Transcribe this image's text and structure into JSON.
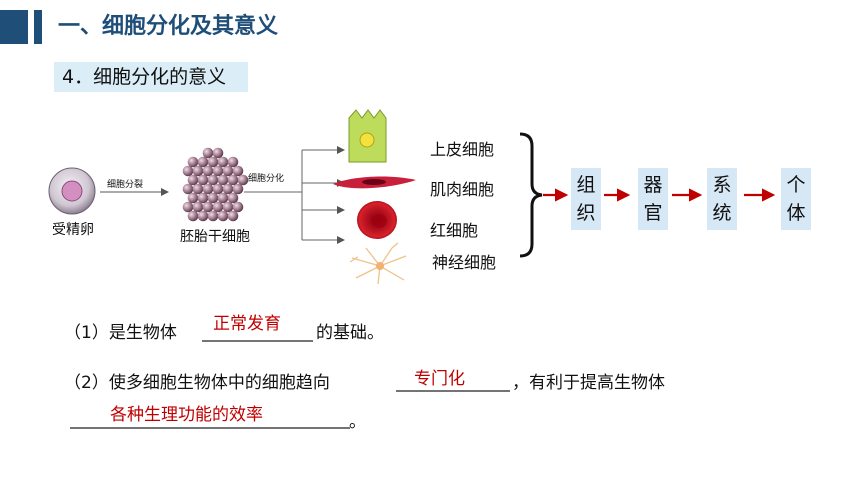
{
  "header": {
    "title": "一、细胞分化及其意义"
  },
  "section": {
    "title": "4．细胞分化的意义"
  },
  "diagram": {
    "egg_label": "受精卵",
    "arrow1_label": "细胞分裂",
    "stem_label": "胚胎干细胞",
    "arrow2_label": "细胞分化",
    "cell_types": [
      "上皮细胞",
      "肌肉细胞",
      "红细胞",
      "神经细胞"
    ],
    "hierarchy": [
      {
        "line1": "组",
        "line2": "织"
      },
      {
        "line1": "器",
        "line2": "官"
      },
      {
        "line1": "系",
        "line2": "统"
      },
      {
        "line1": "个",
        "line2": "体"
      }
    ],
    "colors": {
      "arrow_red": "#c00000",
      "tissue_box": "#d6e7f5",
      "header_blue": "#1f4e79"
    }
  },
  "questions": {
    "q1": {
      "prefix": "（1）是生物体",
      "answer": "正常发育",
      "suffix": "的基础。"
    },
    "q2": {
      "prefix": "（2）使多细胞生物体中的细胞趋向",
      "answer": "专门化",
      "suffix": "，有利于提高生物体",
      "answer2": "各种生理功能的效率",
      "end": "。"
    }
  }
}
